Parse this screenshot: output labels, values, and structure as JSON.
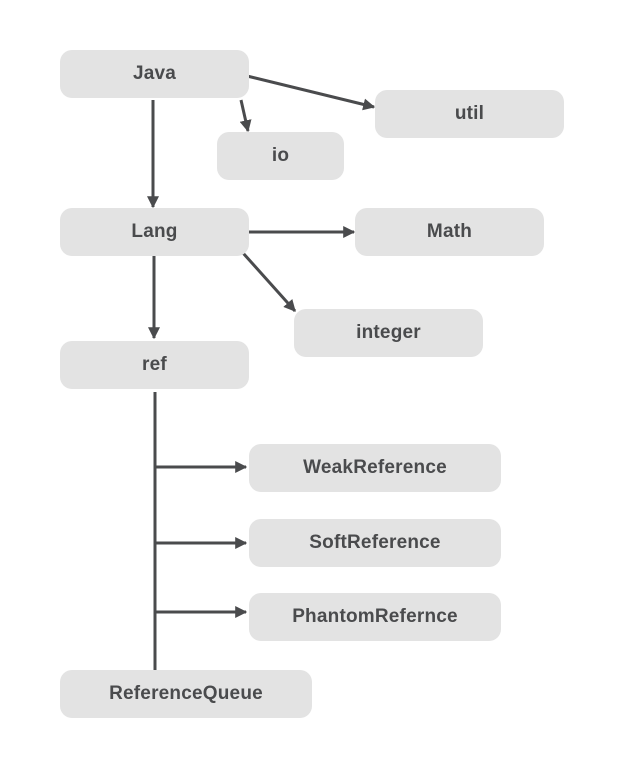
{
  "nodes": {
    "java": "Java",
    "util": "util",
    "io": "io",
    "lang": "Lang",
    "math": "Math",
    "integer": "integer",
    "ref": "ref",
    "weak_reference": "WeakReference",
    "soft_reference": "SoftReference",
    "phantom_reference": "PhantomRefernce",
    "reference_queue": "ReferenceQueue"
  },
  "edges": [
    {
      "from": "Java",
      "to": "util"
    },
    {
      "from": "Java",
      "to": "io"
    },
    {
      "from": "Java",
      "to": "Lang"
    },
    {
      "from": "Lang",
      "to": "Math"
    },
    {
      "from": "Lang",
      "to": "integer"
    },
    {
      "from": "Lang",
      "to": "ref"
    },
    {
      "from": "ref",
      "to": "WeakReference"
    },
    {
      "from": "ref",
      "to": "SoftReference"
    },
    {
      "from": "ref",
      "to": "PhantomRefernce"
    },
    {
      "from": "ref",
      "to": "ReferenceQueue"
    }
  ],
  "colors": {
    "node_fill": "#e3e3e3",
    "node_text": "#4a4b4d",
    "edge": "#4a4b4d",
    "background": "#ffffff"
  }
}
